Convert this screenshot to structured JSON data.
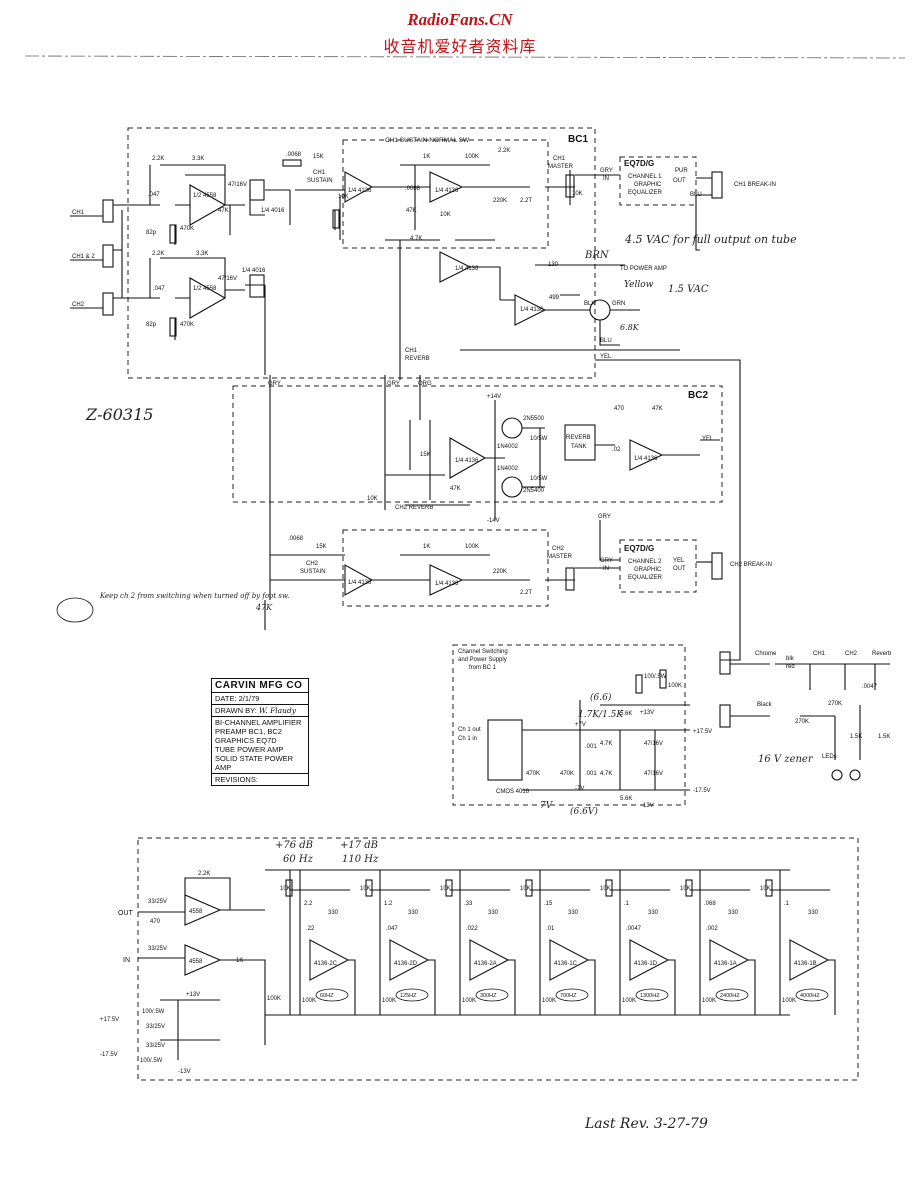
{
  "header": {
    "site": "RadioFans.CN",
    "subtitle": "收音机爱好者资料库"
  },
  "title_block": {
    "company": "CARVIN  MFG  CO",
    "date": "DATE: 2/1/79",
    "drawn_by": "DRAWN BY:",
    "drawn_by_sig": "W. Flaudy",
    "contents": [
      "BI-CHANNEL AMPLIFIER",
      "PREAMP  BC1, BC2",
      "GRAPHICS  EQ7D",
      "TUBE POWER AMP",
      "SOLID STATE POWER AMP"
    ],
    "revisions": "REVISIONS:"
  },
  "handwritten": {
    "doc_id": "Z-60315",
    "last_rev": "Last Rev.  3-27-79",
    "full_output": "4.5 VAC for full output on tube",
    "vac": "1.5 VAC",
    "ohm_6k8": "6.8K",
    "yellow": "Yellow",
    "brn": "BRN",
    "note_ch2": "Keep ch 2 from switching when turned off by foot sw.",
    "led_v": "16 V zener",
    "v_6v": "(6.6V)",
    "v_7v": "7V",
    "eq_top1": "+76 dB",
    "eq_top1b": "60 Hz",
    "eq_top2": "+17 dB",
    "eq_top2b": "110 Hz",
    "k47": "47K"
  },
  "blocks": {
    "bc1": "BC1",
    "bc2": "BC2",
    "ch1_sustain_sw": "CH1 SUSTAIN  NORMAL  SW",
    "eq1_title": "EQ7D/G",
    "eq1_body": [
      "CHANNEL 1",
      "GRAPHIC",
      "EQUALIZER"
    ],
    "eq2_title": "EQ7D/G",
    "eq2_body": [
      "CHANNEL 2",
      "GRAPHIC",
      "EQUALIZER"
    ],
    "reverb_tank": [
      "REVERB",
      "TANK"
    ],
    "power_title": [
      "Channel Switching",
      "and Power Supply",
      "from BC 1"
    ],
    "cmos": "CMOS 4016"
  },
  "labels": {
    "ch1": "CH1",
    "ch12": "CH1 & 2",
    "ch2": "CH2",
    "ch1_master": [
      "CH1",
      "MASTER"
    ],
    "ch2_master": [
      "CH2",
      "MASTER"
    ],
    "ch1_sustain": [
      "CH1",
      "SUSTAIN"
    ],
    "ch2_sustain": [
      "CH2",
      "SUSTAIN"
    ],
    "ch1_reverb": [
      "CH1",
      "REVERB"
    ],
    "ch2_reverb": "CH2 REVERB",
    "ch1_breakin": "CH1 BREAK-IN",
    "ch2_breakin": "CH2 BREAK-IN",
    "to_power_amp": "TO POWER AMP",
    "gry": "GRY",
    "in": "IN",
    "out": "OUT",
    "pur": "PUR",
    "blu": "BLU",
    "yel": "YEL",
    "blk": "BLK",
    "grn": "GRN",
    "org": "ORG",
    "chrome": "Chrome",
    "black": "Black",
    "red": "red",
    "blk_s": "blk",
    "ch1_s": "CH1",
    "ch2_s": "CH2",
    "reverb": "Reverb",
    "leds": "LEDs",
    "eq_out": "OUT",
    "eq_in": "IN"
  },
  "components": {
    "op4558": "1/2 4558",
    "op4136": "1/4 4136",
    "sw4016": "1/4 4016",
    "r2k2": "2.2K",
    "r3k3": "3.3K",
    "c047": ".047",
    "c82p": "82p",
    "r470k": "470K",
    "c4716": "47/16V",
    "r47k": "47K",
    "r15k": "15K",
    "r10k": "10K",
    "r1k": "1K",
    "r100k": "100K",
    "r22k": "2.2K",
    "c0068": ".0068",
    "r220k": "220K",
    "r22t": "2.2T",
    "r4k7": "4.7K",
    "r130": "130",
    "r499": "499",
    "n2n5500": "2N5500",
    "n2n5400": "2N5400",
    "n1n4002": "1N4002",
    "r10_5w": "10/5W",
    "r470": "470",
    "c02": ".02",
    "r100_5w": "100/.5W",
    "r5k6": "5.6K",
    "c001": ".001",
    "r270k": "270K",
    "r1k5": "1.5K",
    "v13n": "-13V",
    "v13p": "+13V",
    "v175p": "+17.5V",
    "v175n": "-17.5V",
    "v7p": "+7V",
    "v7n": "-7V",
    "c3325": "33/25V",
    "r100_5w_b": "100/.5W",
    "v14p": "+14V",
    "v14n": "-14V"
  },
  "eq_bands": [
    {
      "cap1": "2.2",
      "r": "330",
      "cap2": ".22",
      "ic": "4136-2C",
      "freq": "60HZ"
    },
    {
      "cap1": "1.2",
      "r": "330",
      "cap2": ".047",
      "ic": "4136-2D",
      "freq": "125HZ"
    },
    {
      "cap1": ".33",
      "r": "330",
      "cap2": ".022",
      "ic": "4136-2A",
      "freq": "300HZ"
    },
    {
      "cap1": ".15",
      "r": "330",
      "cap2": ".01",
      "ic": "4136-1C",
      "freq": "700HZ"
    },
    {
      "cap1": ".1",
      "r": "330",
      "cap2": ".0047",
      "ic": "4136-1D",
      "freq": "1300HZ"
    },
    {
      "cap1": ".068",
      "r": "330",
      "cap2": ".002",
      "ic": "4136-1A",
      "freq": "2400HZ"
    },
    {
      "cap1": ".1",
      "r": "330",
      "cap2": "",
      "ic": "4136-1B",
      "freq": "4000HZ"
    }
  ]
}
